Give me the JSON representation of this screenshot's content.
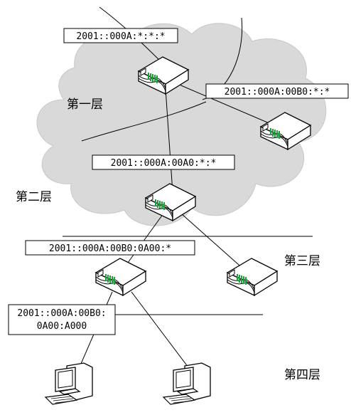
{
  "layers": {
    "layer1": "第一层",
    "layer2": "第二层",
    "layer3": "第三层",
    "layer4": "第四层"
  },
  "addresses": {
    "top_router": "2001::000A:*:*:*",
    "right_router": "2001::000A:00B0:*:*",
    "middle_router": "2001::000A:00A0:*:*",
    "left_router": "2001::000A:00B0:0A00:*",
    "host_line1": "2001::000A:00B0:",
    "host_line2": "0A00:A000"
  },
  "colors": {
    "cloud_fill": "#d9d9d9",
    "device_fill": "#ffffff",
    "device_accent": "#18a238",
    "line": "#000000"
  },
  "icons": [
    "router-icon",
    "computer-icon"
  ]
}
